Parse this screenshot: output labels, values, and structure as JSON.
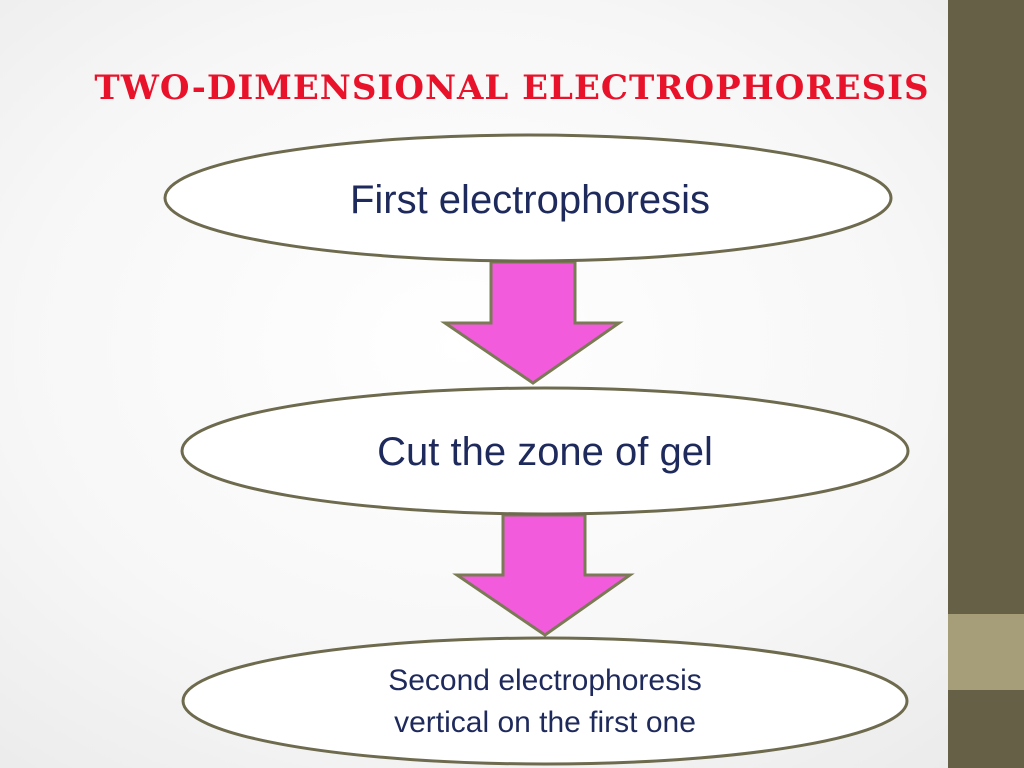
{
  "slide": {
    "title": "TWO-DIMENSIONAL ELECTROPHORESIS"
  },
  "flow": {
    "steps": [
      {
        "label": "First electrophoresis"
      },
      {
        "label": "Cut the zone of gel"
      },
      {
        "lines": [
          "Second electrophoresis",
          "vertical on the first one"
        ]
      }
    ]
  },
  "colors": {
    "title": "#e8132b",
    "text": "#1f2a5c",
    "node_border": "#6e6a4e",
    "node_fill": "#ffffff",
    "arrow_fill": "#f25bdc",
    "arrow_border": "#7a7a55",
    "sidebar_dark": "#666046",
    "sidebar_light": "#a59e78"
  }
}
